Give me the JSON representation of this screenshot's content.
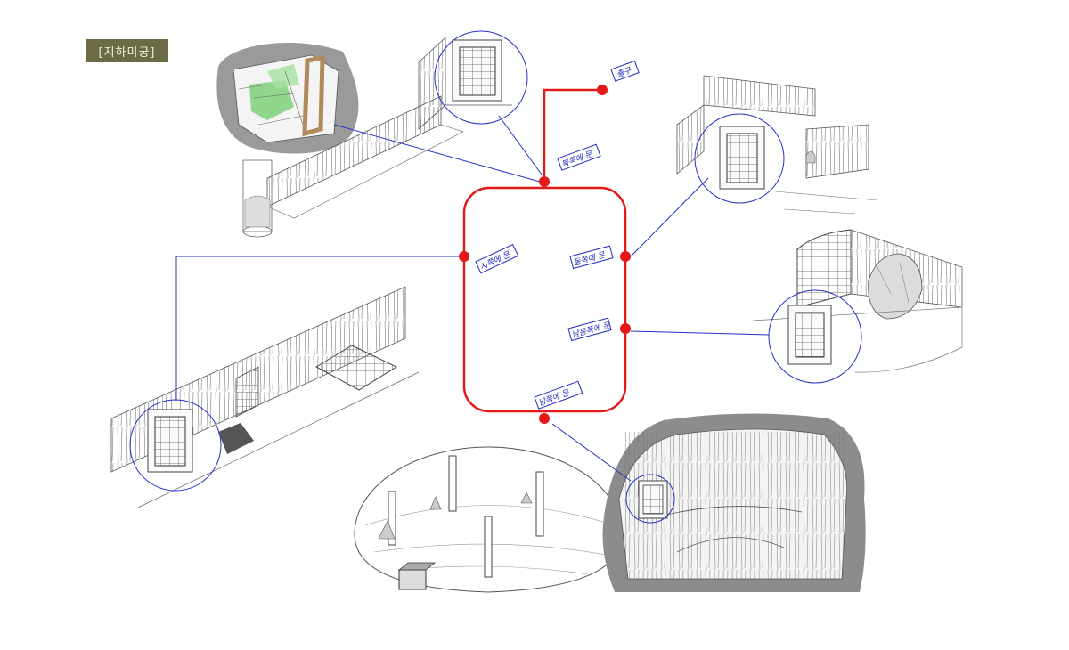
{
  "title": "[지하미궁]",
  "colors": {
    "route": "#e41818",
    "link": "#2431c8",
    "sketch": "#555555",
    "shadow": "#8c8c8c",
    "moss": "#7ed07a",
    "wood": "#b08a5a",
    "title_bg": "#6b6b46",
    "title_fg": "#f2f0e0"
  },
  "labels": {
    "exit": "출구",
    "north_door": "북쪽에 문",
    "west_door": "서쪽에 문",
    "east_door": "동쪽에 문",
    "southeast_door": "남동쪽에 문",
    "south_door": "남쪽에 문"
  },
  "scenes": [
    {
      "name": "mossy-stone-chamber"
    },
    {
      "name": "north-corridor-gate"
    },
    {
      "name": "east-corner-gate"
    },
    {
      "name": "boulder-room-gate"
    },
    {
      "name": "west-grate-corridor"
    },
    {
      "name": "pillar-dome-hall"
    },
    {
      "name": "cave-cliff-gate"
    }
  ]
}
